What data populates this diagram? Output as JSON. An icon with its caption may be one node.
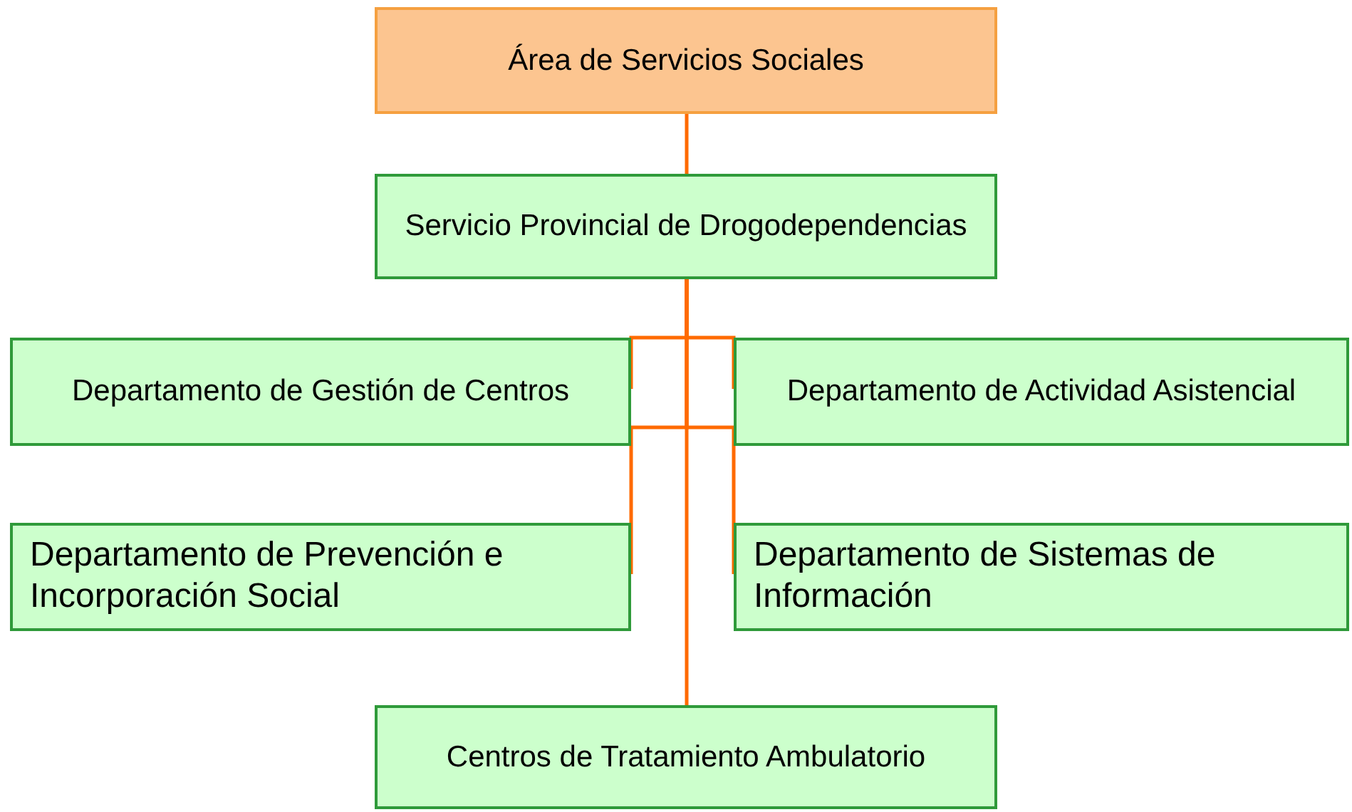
{
  "diagram": {
    "nodes": [
      {
        "text": [
          "Área de Servicios Sociales"
        ]
      },
      {
        "text": [
          "Servicio Provincial de Drogodependencias"
        ]
      },
      {
        "text": [
          "Departamento de Gestión de Centros"
        ]
      },
      {
        "text": [
          "Departamento de Actividad Asistencial"
        ]
      },
      {
        "text": [
          "Departamento de Prevención e Incorporación Social"
        ]
      },
      {
        "text": [
          "Departamento de Sistemas de Información"
        ]
      },
      {
        "text": [
          "Centros de Tratamiento Ambulatorio"
        ]
      }
    ],
    "edges": [
      {
        "from": 0,
        "to": 1,
        "arrow": "none"
      },
      {
        "from": 1,
        "to": 2,
        "arrow": "none"
      },
      {
        "from": 1,
        "to": 3,
        "arrow": "none"
      },
      {
        "from": 1,
        "to": 4,
        "arrow": "none"
      },
      {
        "from": 1,
        "to": 5,
        "arrow": "none"
      },
      {
        "from": 1,
        "to": 6,
        "arrow": "none"
      }
    ]
  }
}
